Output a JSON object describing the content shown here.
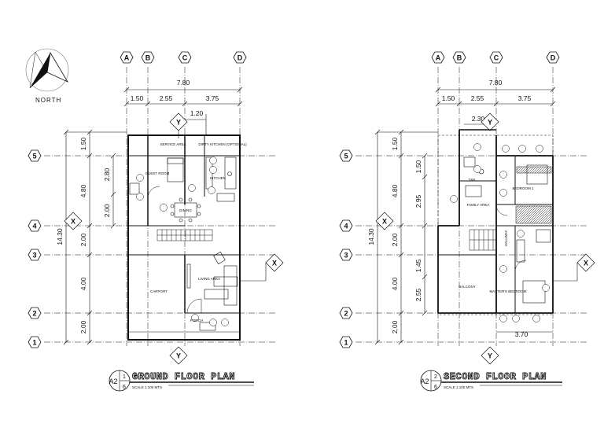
{
  "compass": {
    "label": "NORTH"
  },
  "ground": {
    "grid_letters": [
      "A",
      "B",
      "C",
      "D"
    ],
    "overall_dim": "7.80",
    "bay_dims": [
      "1.50",
      "2.55",
      "3.75"
    ],
    "sub_dim": "1.20",
    "grid_numbers": [
      "5",
      "4",
      "3",
      "2",
      "1"
    ],
    "total_dim": "14.30",
    "row_dims": [
      "1.50",
      "4.80",
      "2.00",
      "4.00",
      "2.00"
    ],
    "sub_row_dims": [
      "2.80",
      "2.00"
    ],
    "section_marks": [
      "Y",
      "X",
      "X",
      "Y"
    ],
    "rooms": {
      "service": "SERVICE AREA",
      "dirty_kitchen": "DIRTY KITCHEN (OPTIONAL)",
      "guest_room": "GUEST ROOM",
      "kitchen": "KITCHEN",
      "dining": "DINING",
      "carport": "CARPORT",
      "living": "LIVING AREA",
      "porch": "PORCH"
    },
    "title": {
      "ref_left": "A2",
      "ref_top": "1",
      "ref_bottom": "6",
      "name": "GROUND FLOOR PLAN",
      "scale": "SCALE 1:100 MTS"
    }
  },
  "second": {
    "grid_letters": [
      "A",
      "B",
      "C",
      "D"
    ],
    "overall_dim": "7.80",
    "bay_dims": [
      "1.50",
      "2.55",
      "3.75"
    ],
    "sub_dim": "2.30",
    "bottom_dim": "3.70",
    "grid_numbers": [
      "5",
      "4",
      "3",
      "2",
      "1"
    ],
    "total_dim": "14.30",
    "row_dims": [
      "1.50",
      "4.80",
      "2.00",
      "4.00",
      "2.00"
    ],
    "sub_row_dims": [
      "1.50",
      "2.95",
      "1.45",
      "2.55"
    ],
    "section_marks": [
      "Y",
      "X",
      "X",
      "Y"
    ],
    "rooms": {
      "family": "FAMILY AREA",
      "bedroom1": "BEDROOM 1",
      "balcony": "BALCONY",
      "master": "MASTER'S BEDROOM",
      "hallway": "HALLWAY",
      "tb": "T&B"
    },
    "title": {
      "ref_left": "A2",
      "ref_top": "2",
      "ref_bottom": "6",
      "name": "SECOND FLOOR PLAN",
      "scale": "SCALE 1:100 MTS"
    }
  }
}
